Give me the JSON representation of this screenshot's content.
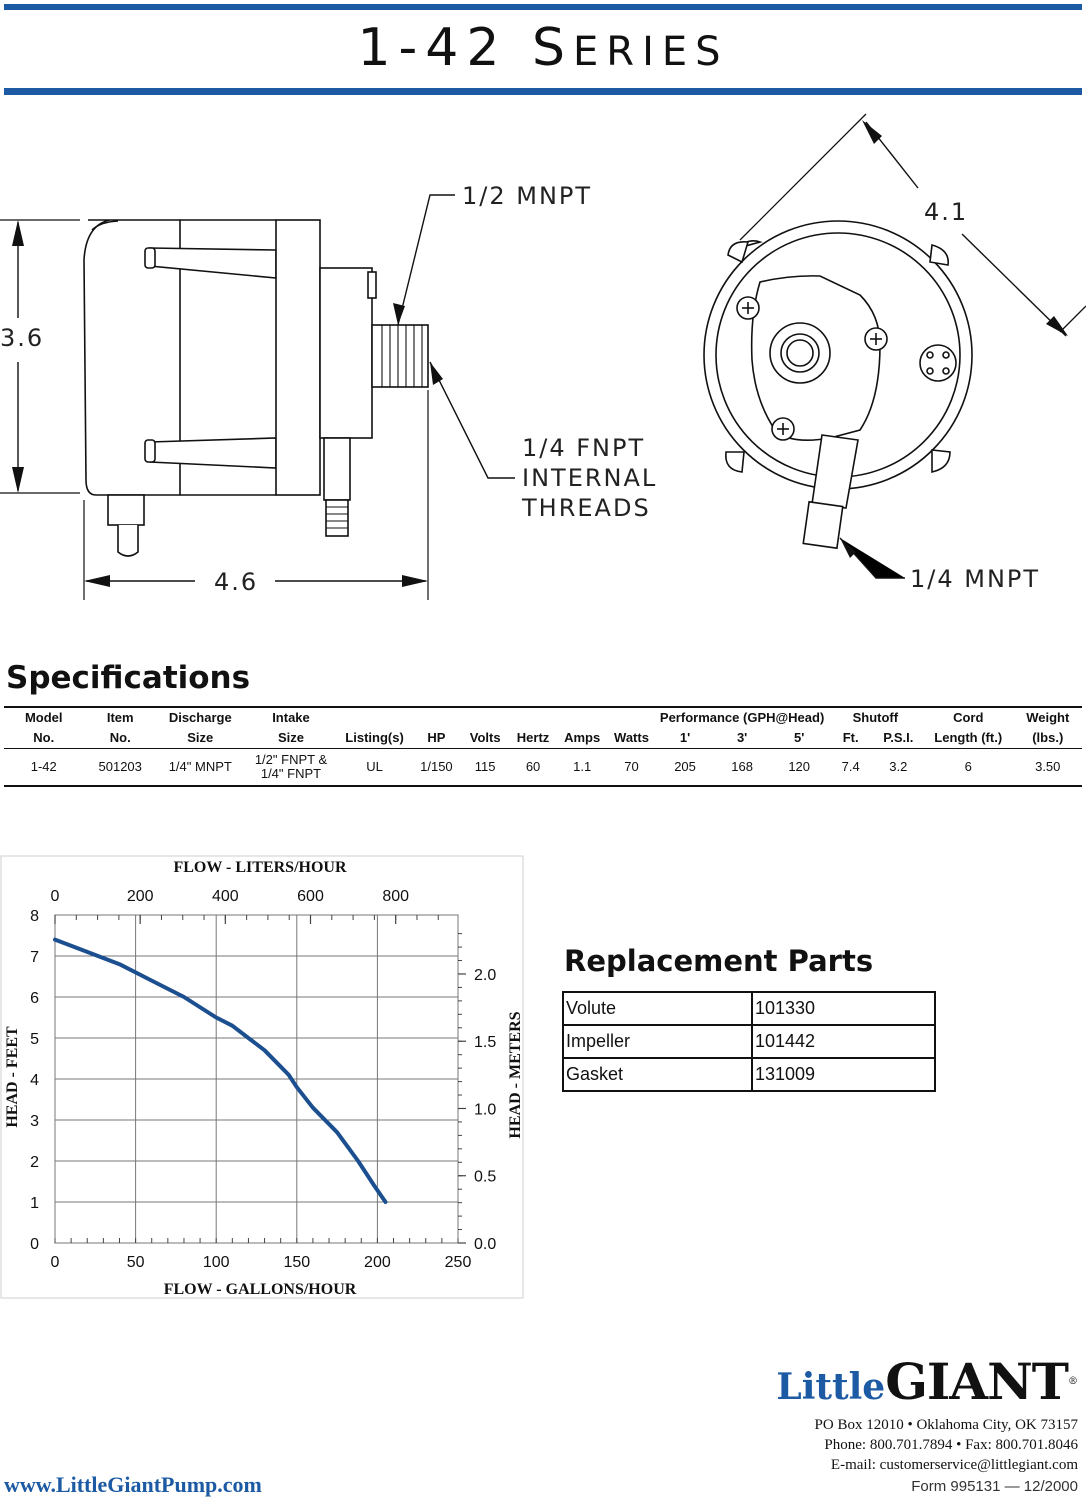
{
  "header": {
    "title_main": "1-42 ",
    "title_cap": "S",
    "title_rest": "ERIES",
    "accent_color": "#1c5aa3"
  },
  "drawing": {
    "dim_height": "3.6",
    "dim_width": "4.6",
    "dim_diameter": "4.1",
    "label_discharge": "1/2 MNPT",
    "label_internal_1": "1/4 FNPT",
    "label_internal_2": "INTERNAL",
    "label_internal_3": "THREADS",
    "label_outlet": "1/4 MNPT"
  },
  "specifications": {
    "heading": "Specifications",
    "group_headers": {
      "performance": "Performance (GPH@Head)",
      "shutoff": "Shutoff"
    },
    "columns": {
      "model_1": "Model",
      "model_2": "No.",
      "item_1": "Item",
      "item_2": "No.",
      "discharge_1": "Discharge",
      "discharge_2": "Size",
      "intake_1": "Intake",
      "intake_2": "Size",
      "listing": "Listing(s)",
      "hp": "HP",
      "volts": "Volts",
      "hertz": "Hertz",
      "amps": "Amps",
      "watts": "Watts",
      "perf_1": "1'",
      "perf_3": "3'",
      "perf_5": "5'",
      "shutoff_ft": "Ft.",
      "shutoff_psi": "P.S.I.",
      "cord_1": "Cord",
      "cord_2": "Length (ft.)",
      "weight_1": "Weight",
      "weight_2": "(lbs.)"
    },
    "row": {
      "model": "1-42",
      "item": "501203",
      "discharge": "1/4\" MNPT",
      "intake_1": "1/2\" FNPT &",
      "intake_2": "1/4\" FNPT",
      "listing": "UL",
      "hp": "1/150",
      "volts": "115",
      "hertz": "60",
      "amps": "1.1",
      "watts": "70",
      "perf_1": "205",
      "perf_3": "168",
      "perf_5": "120",
      "shutoff_ft": "7.4",
      "shutoff_psi": "3.2",
      "cord": "6",
      "weight": "3.50"
    }
  },
  "replacement_parts": {
    "heading": "Replacement Parts",
    "items": [
      {
        "name": "Volute",
        "number": "101330"
      },
      {
        "name": "Impeller",
        "number": "101442"
      },
      {
        "name": "Gasket",
        "number": "131009"
      }
    ]
  },
  "chart_data": {
    "type": "line",
    "title": "",
    "top_axis_label": "FLOW - LITERS/HOUR",
    "top_ticks": [
      "0",
      "200",
      "400",
      "600",
      "800"
    ],
    "xlabel": "FLOW - GALLONS/HOUR",
    "x_ticks": [
      "0",
      "50",
      "100",
      "150",
      "200",
      "250"
    ],
    "xlim": [
      0,
      250
    ],
    "ylabel": "HEAD - FEET",
    "y_ticks": [
      "0",
      "1",
      "2",
      "3",
      "4",
      "5",
      "6",
      "7",
      "8"
    ],
    "ylim": [
      0,
      8
    ],
    "right_axis_label": "HEAD - METERS",
    "right_ticks": [
      "0.0",
      "0.5",
      "1.0",
      "1.5",
      "2.0"
    ],
    "grid": true,
    "line_color": "#1c4f8f",
    "series": [
      {
        "x": [
          0,
          20,
          40,
          60,
          80,
          100,
          110,
          120,
          130,
          140,
          145,
          150,
          160,
          175,
          188,
          198,
          205
        ],
        "y": [
          7.4,
          7.1,
          6.8,
          6.4,
          6.0,
          5.5,
          5.3,
          5.0,
          4.7,
          4.3,
          4.1,
          3.8,
          3.3,
          2.7,
          2.0,
          1.4,
          1.0
        ]
      }
    ]
  },
  "footer": {
    "brand_little": "Little",
    "brand_giant": "GIANT",
    "brand_reg": "®",
    "address": "PO Box 12010 • Oklahoma City, OK 73157",
    "phone": "Phone: 800.701.7894 • Fax: 800.701.8046",
    "email": "E-mail: customerservice@littlegiant.com",
    "website": "www.LittleGiantPump.com",
    "form": "Form 995131 — 12/2000"
  }
}
